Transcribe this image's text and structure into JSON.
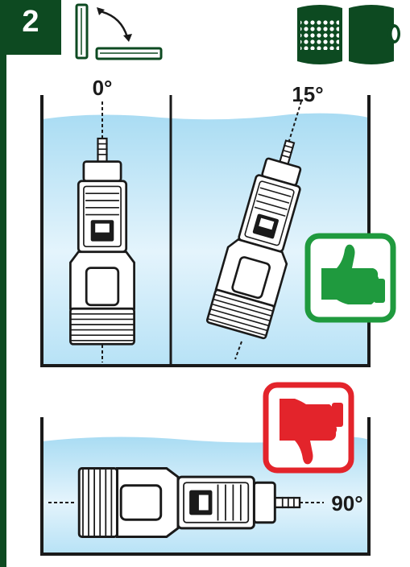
{
  "step": {
    "number": "2"
  },
  "angles": {
    "vertical": "0°",
    "tilted": "15°",
    "horizontal": "90°"
  },
  "colors": {
    "brand_green": "#0d4a21",
    "water_top": "#a9dcf3",
    "water_bottom": "#cbeafa",
    "ok_green": "#1f9a3e",
    "bad_red": "#e3242b",
    "outline": "#1a1a1a"
  },
  "icons": {
    "badge": "step-number-badge",
    "rotate": "rotate-pump-icon",
    "filter": "filter-basket-icons",
    "ok": "thumbs-up-icon",
    "bad": "thumbs-down-icon"
  },
  "states": {
    "vertical": "allowed",
    "tilted_15": "allowed",
    "horizontal_90": "not-allowed"
  }
}
